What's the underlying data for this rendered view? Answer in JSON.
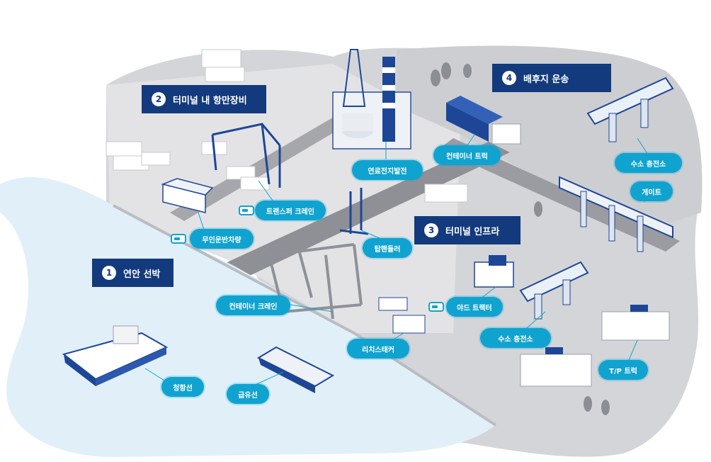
{
  "sections": {
    "s1": {
      "num": "1",
      "label": "연안 선박"
    },
    "s2": {
      "num": "2",
      "label": "터미널 내 항만장비"
    },
    "s3": {
      "num": "3",
      "label": "터미널 인프라"
    },
    "s4": {
      "num": "4",
      "label": "배후지 운송"
    }
  },
  "labels": {
    "fuel_cell": "연료전지발전",
    "container_truck": "컨테이너 트럭",
    "h2_station_top": "수소 충전소",
    "gate": "게이트",
    "transfer_crane": "트랜스퍼 크레인",
    "agv": "무인운반차량",
    "straddle_carrier": "탑핸들러",
    "container_crane": "컨테이너 크레인",
    "yard_tractor": "야드 트랙터",
    "reach_stacker": "리치스태커",
    "h2_station_bottom": "수소 충전소",
    "tp_truck": "T/P 트럭",
    "harbor_ship": "청항선",
    "fuel_ship": "급유선"
  },
  "colors": {
    "navy": "#133a7c",
    "accent": "#10a3d0",
    "water": "#e1f0f8",
    "land_light": "#dcdcdf",
    "land_dark": "#c9c9cd",
    "road": "#8e9096"
  }
}
